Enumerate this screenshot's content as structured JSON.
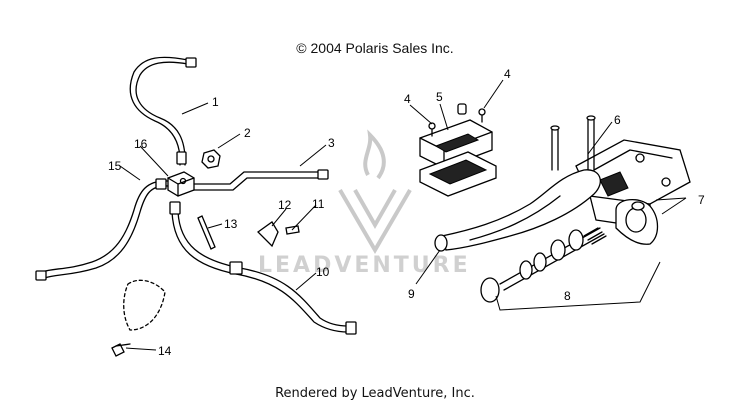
{
  "header": {
    "copyright": "© 2004 Polaris Sales Inc."
  },
  "footer": {
    "rendered_by": "Rendered by LeadVenture, Inc."
  },
  "watermark": {
    "text": "LEADVENTURE"
  },
  "callouts": [
    "1",
    "2",
    "3",
    "4",
    "4",
    "5",
    "6",
    "7",
    "8",
    "9",
    "10",
    "11",
    "12",
    "13",
    "14",
    "15",
    "16"
  ]
}
